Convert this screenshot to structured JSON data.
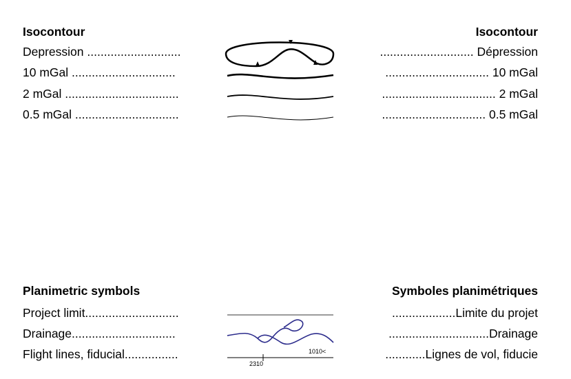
{
  "isocontour": {
    "title_en": "Isocontour",
    "title_fr": "Isocontour",
    "items": [
      {
        "en": "Depression ............................",
        "fr": "............................ Dépression"
      },
      {
        "en": "10 mGal ...............................",
        "fr": "............................... 10 mGal"
      },
      {
        "en": "2 mGal ..................................",
        "fr": ".................................. 2 mGal"
      },
      {
        "en": "0.5 mGal ...............................",
        "fr": "............................... 0.5 mGal"
      }
    ]
  },
  "planimetric": {
    "title_en": "Planimetric symbols",
    "title_fr": "Symboles planimétriques",
    "items": [
      {
        "en": "Project limit............................",
        "fr": "...................Limite du projet"
      },
      {
        "en": "Drainage...............................",
        "fr": "..............................Drainage"
      },
      {
        "en": "Flight lines, fiducial................",
        "fr": "............Lignes de vol, fiducie"
      }
    ],
    "flight_line_right_label": "1010<",
    "flight_line_fiducial_label": "2310"
  },
  "colors": {
    "text": "#000000",
    "project_limit": "#9a9a9a",
    "drainage": "#2c2c8c"
  }
}
